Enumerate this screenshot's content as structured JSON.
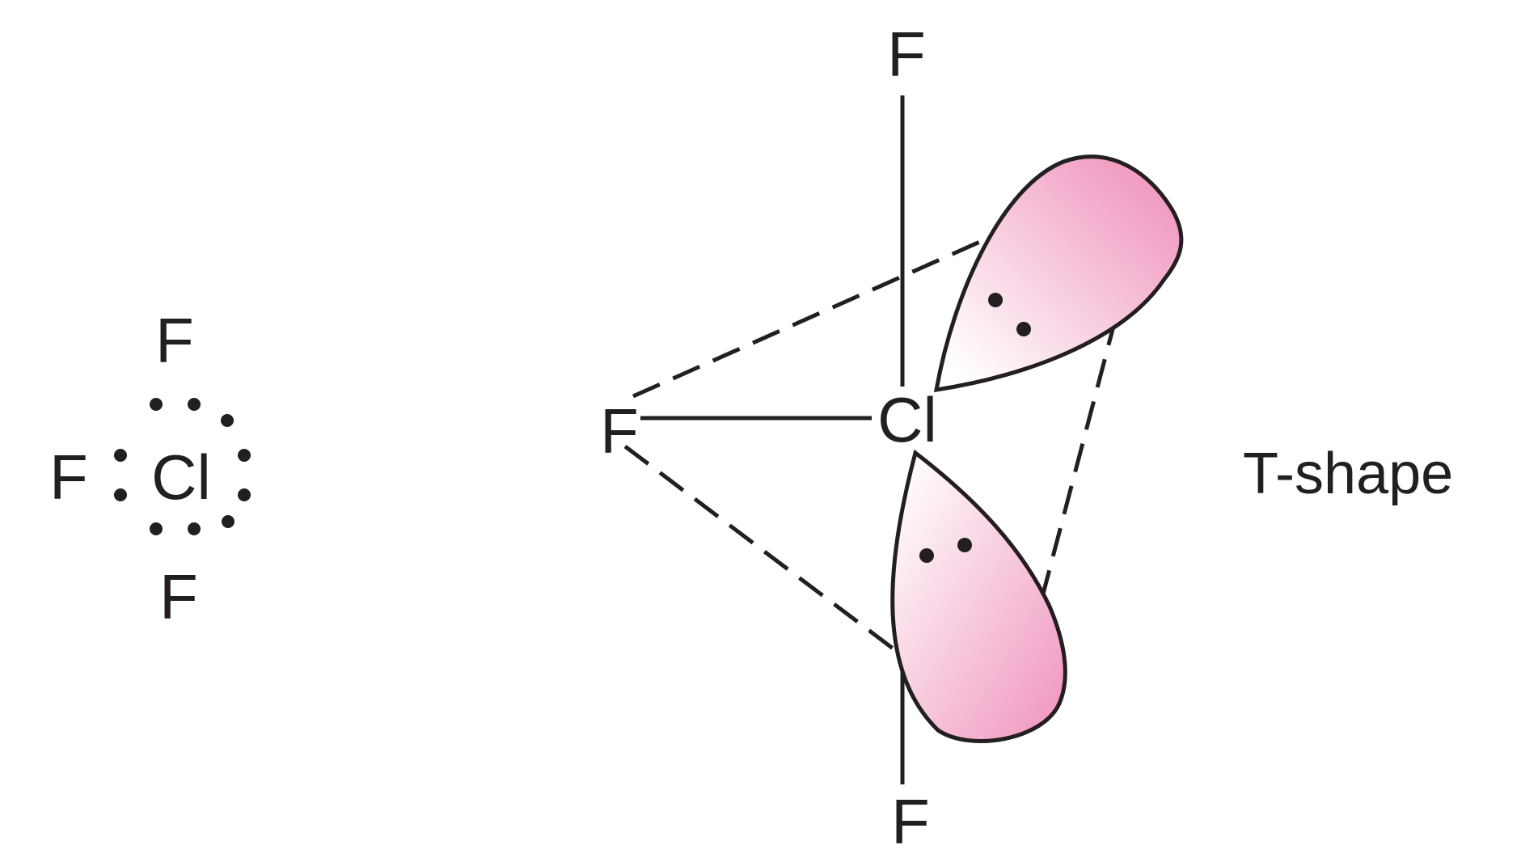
{
  "lewis_structure": {
    "central_atom": "Cl",
    "top_atom": "F",
    "left_atom": "F",
    "bottom_atom": "F"
  },
  "geometry_3d": {
    "central_atom": "Cl",
    "axial_top_atom": "F",
    "equatorial_atom": "F",
    "axial_bottom_atom": "F",
    "lone_pair_count": 2
  },
  "caption": "T-shape",
  "colors": {
    "lobe_light": "#ffffff",
    "lobe_dark": "#f19ec3",
    "line": "#231f20"
  }
}
